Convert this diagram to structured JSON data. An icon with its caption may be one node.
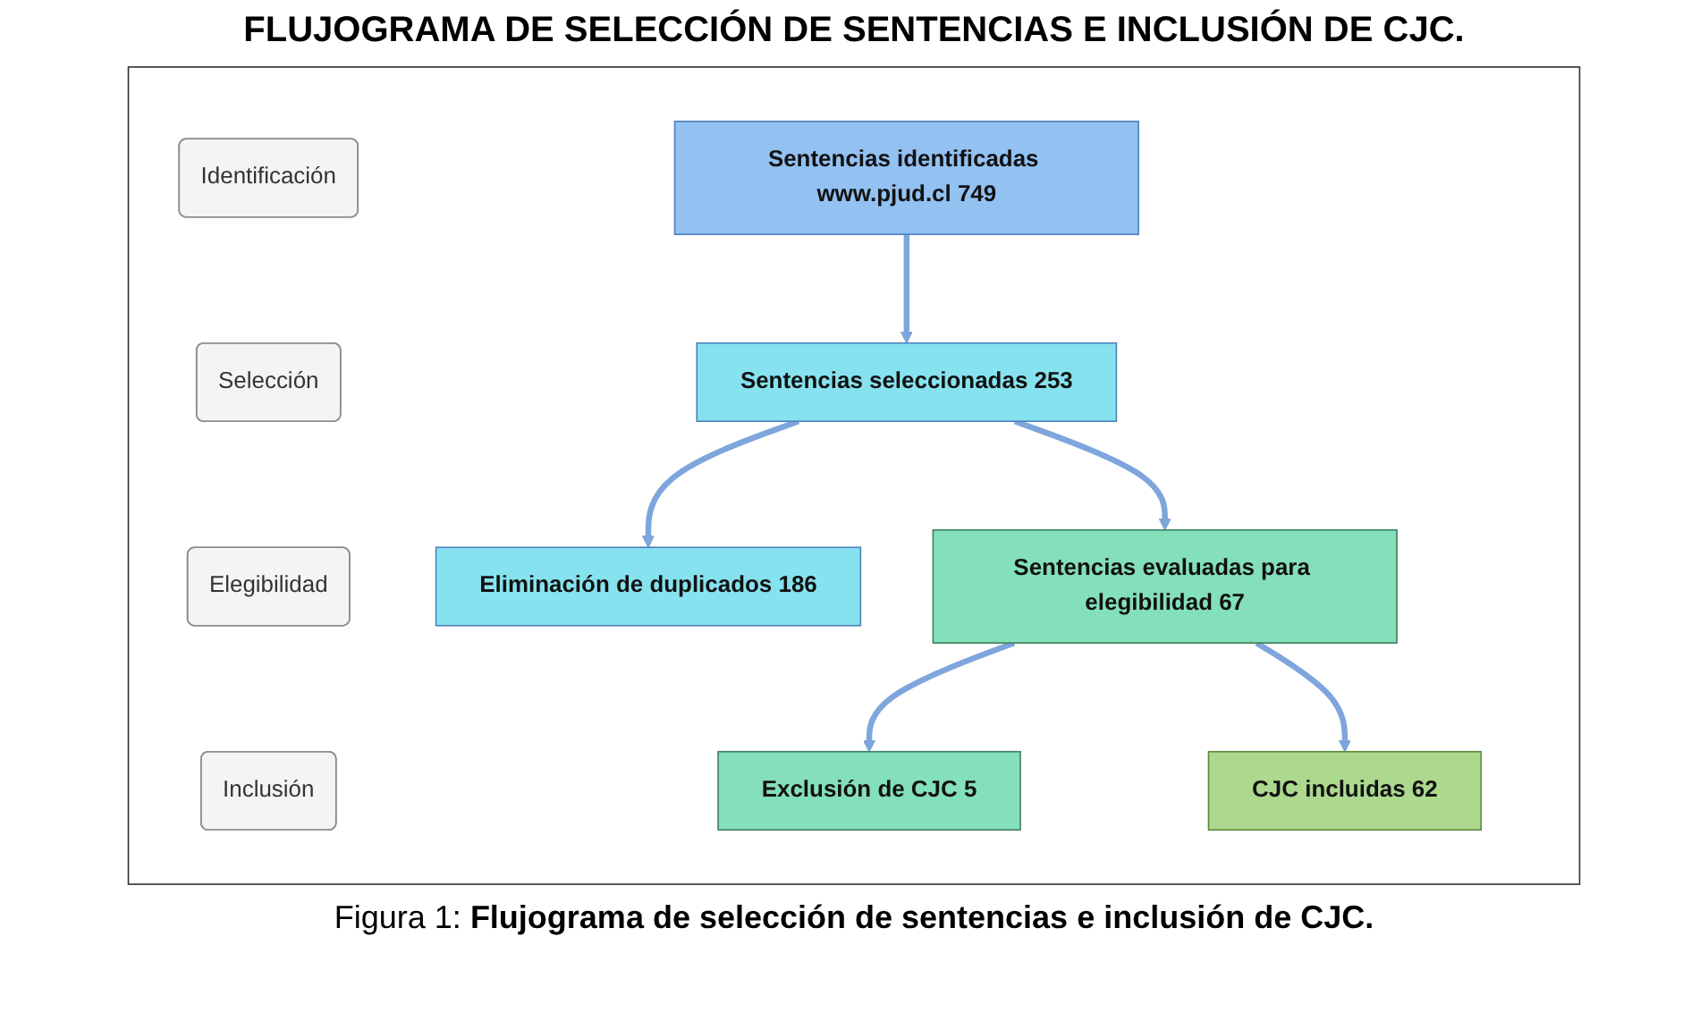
{
  "diagram": {
    "title": "FLUJOGRAMA DE SELECCIÓN DE SENTENCIAS E INCLUSIÓN DE CJC.",
    "caption": "Figura 1: **Flujograma de selección de sentencias e inclusión de CJC.**",
    "nodes": [
      {
        "text": [],
        "shape": "box"
      },
      {
        "text": [
          "Identificación"
        ],
        "in": 0
      },
      {
        "text": [
          "Sentencias identificadas www.pjud.cl 749"
        ],
        "in": 0
      },
      {
        "text": [
          "Selección"
        ],
        "in": 0
      },
      {
        "text": [
          "Sentencias seleccionadas 253"
        ],
        "in": 0
      },
      {
        "text": [
          "Eliminación de duplicados 186"
        ],
        "in": 0
      },
      {
        "text": [
          "Elegibilidad"
        ],
        "in": 0
      },
      {
        "text": [
          "Sentencias evaluadas para elegibilidad 67"
        ],
        "in": 0
      },
      {
        "text": [
          "Exclusión de CJC 5"
        ],
        "in": 0
      },
      {
        "text": [
          "Inclusión"
        ],
        "in": 0
      },
      {
        "text": [
          "CJC incluidas 62"
        ],
        "in": 0
      }
    ],
    "edges": [
      {
        "from": 2,
        "to": 4,
        "arrow": "to"
      },
      {
        "from": 4,
        "to": 5,
        "arrow": "to"
      },
      {
        "from": 4,
        "to": 7,
        "arrow": "to"
      },
      {
        "from": 7,
        "to": 8,
        "arrow": "to"
      },
      {
        "from": 7,
        "to": 10,
        "arrow": "to"
      }
    ]
  }
}
